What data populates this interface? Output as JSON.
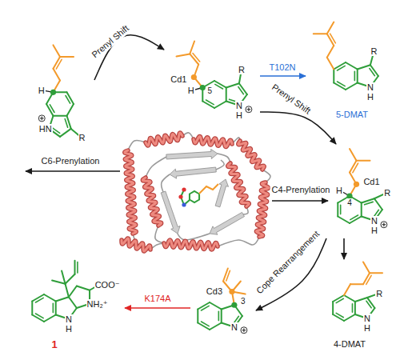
{
  "diagram": {
    "nodes": [
      {
        "text": [
          "H",
          "HN",
          "R"
        ]
      },
      {
        "text": [
          "Cd1",
          "H",
          "5",
          "R",
          "N H"
        ]
      },
      {
        "text": [
          "R",
          "N H",
          "5-DMAT"
        ]
      },
      {
        "text": [
          "Cd1",
          "H",
          "4",
          "R",
          "N H"
        ]
      },
      {
        "text": [
          "R",
          "N H",
          "4-DMAT"
        ]
      },
      {
        "text": [
          "Cd3",
          "3",
          "N"
        ]
      },
      {
        "text": [
          "COO⁻",
          "NH₂⁺",
          "N H",
          "1"
        ]
      }
    ],
    "edges": [
      {
        "from": 0,
        "to": 1,
        "arrow": "to",
        "label": "Prenyl Shift"
      },
      {
        "from": 1,
        "to": 2,
        "arrow": "to",
        "label": "T102N"
      },
      {
        "from": 1,
        "to": 3,
        "arrow": "to",
        "label": "Prenyl Shift"
      },
      {
        "from": 3,
        "to": 4,
        "arrow": "to"
      },
      {
        "from": 3,
        "to": 5,
        "arrow": "to",
        "label": "Cope Rearrangement"
      },
      {
        "from": 5,
        "to": 6,
        "arrow": "to",
        "label": "K174A"
      }
    ],
    "labels": [
      "C6-Prenylation",
      "C4-Prenylation"
    ]
  }
}
